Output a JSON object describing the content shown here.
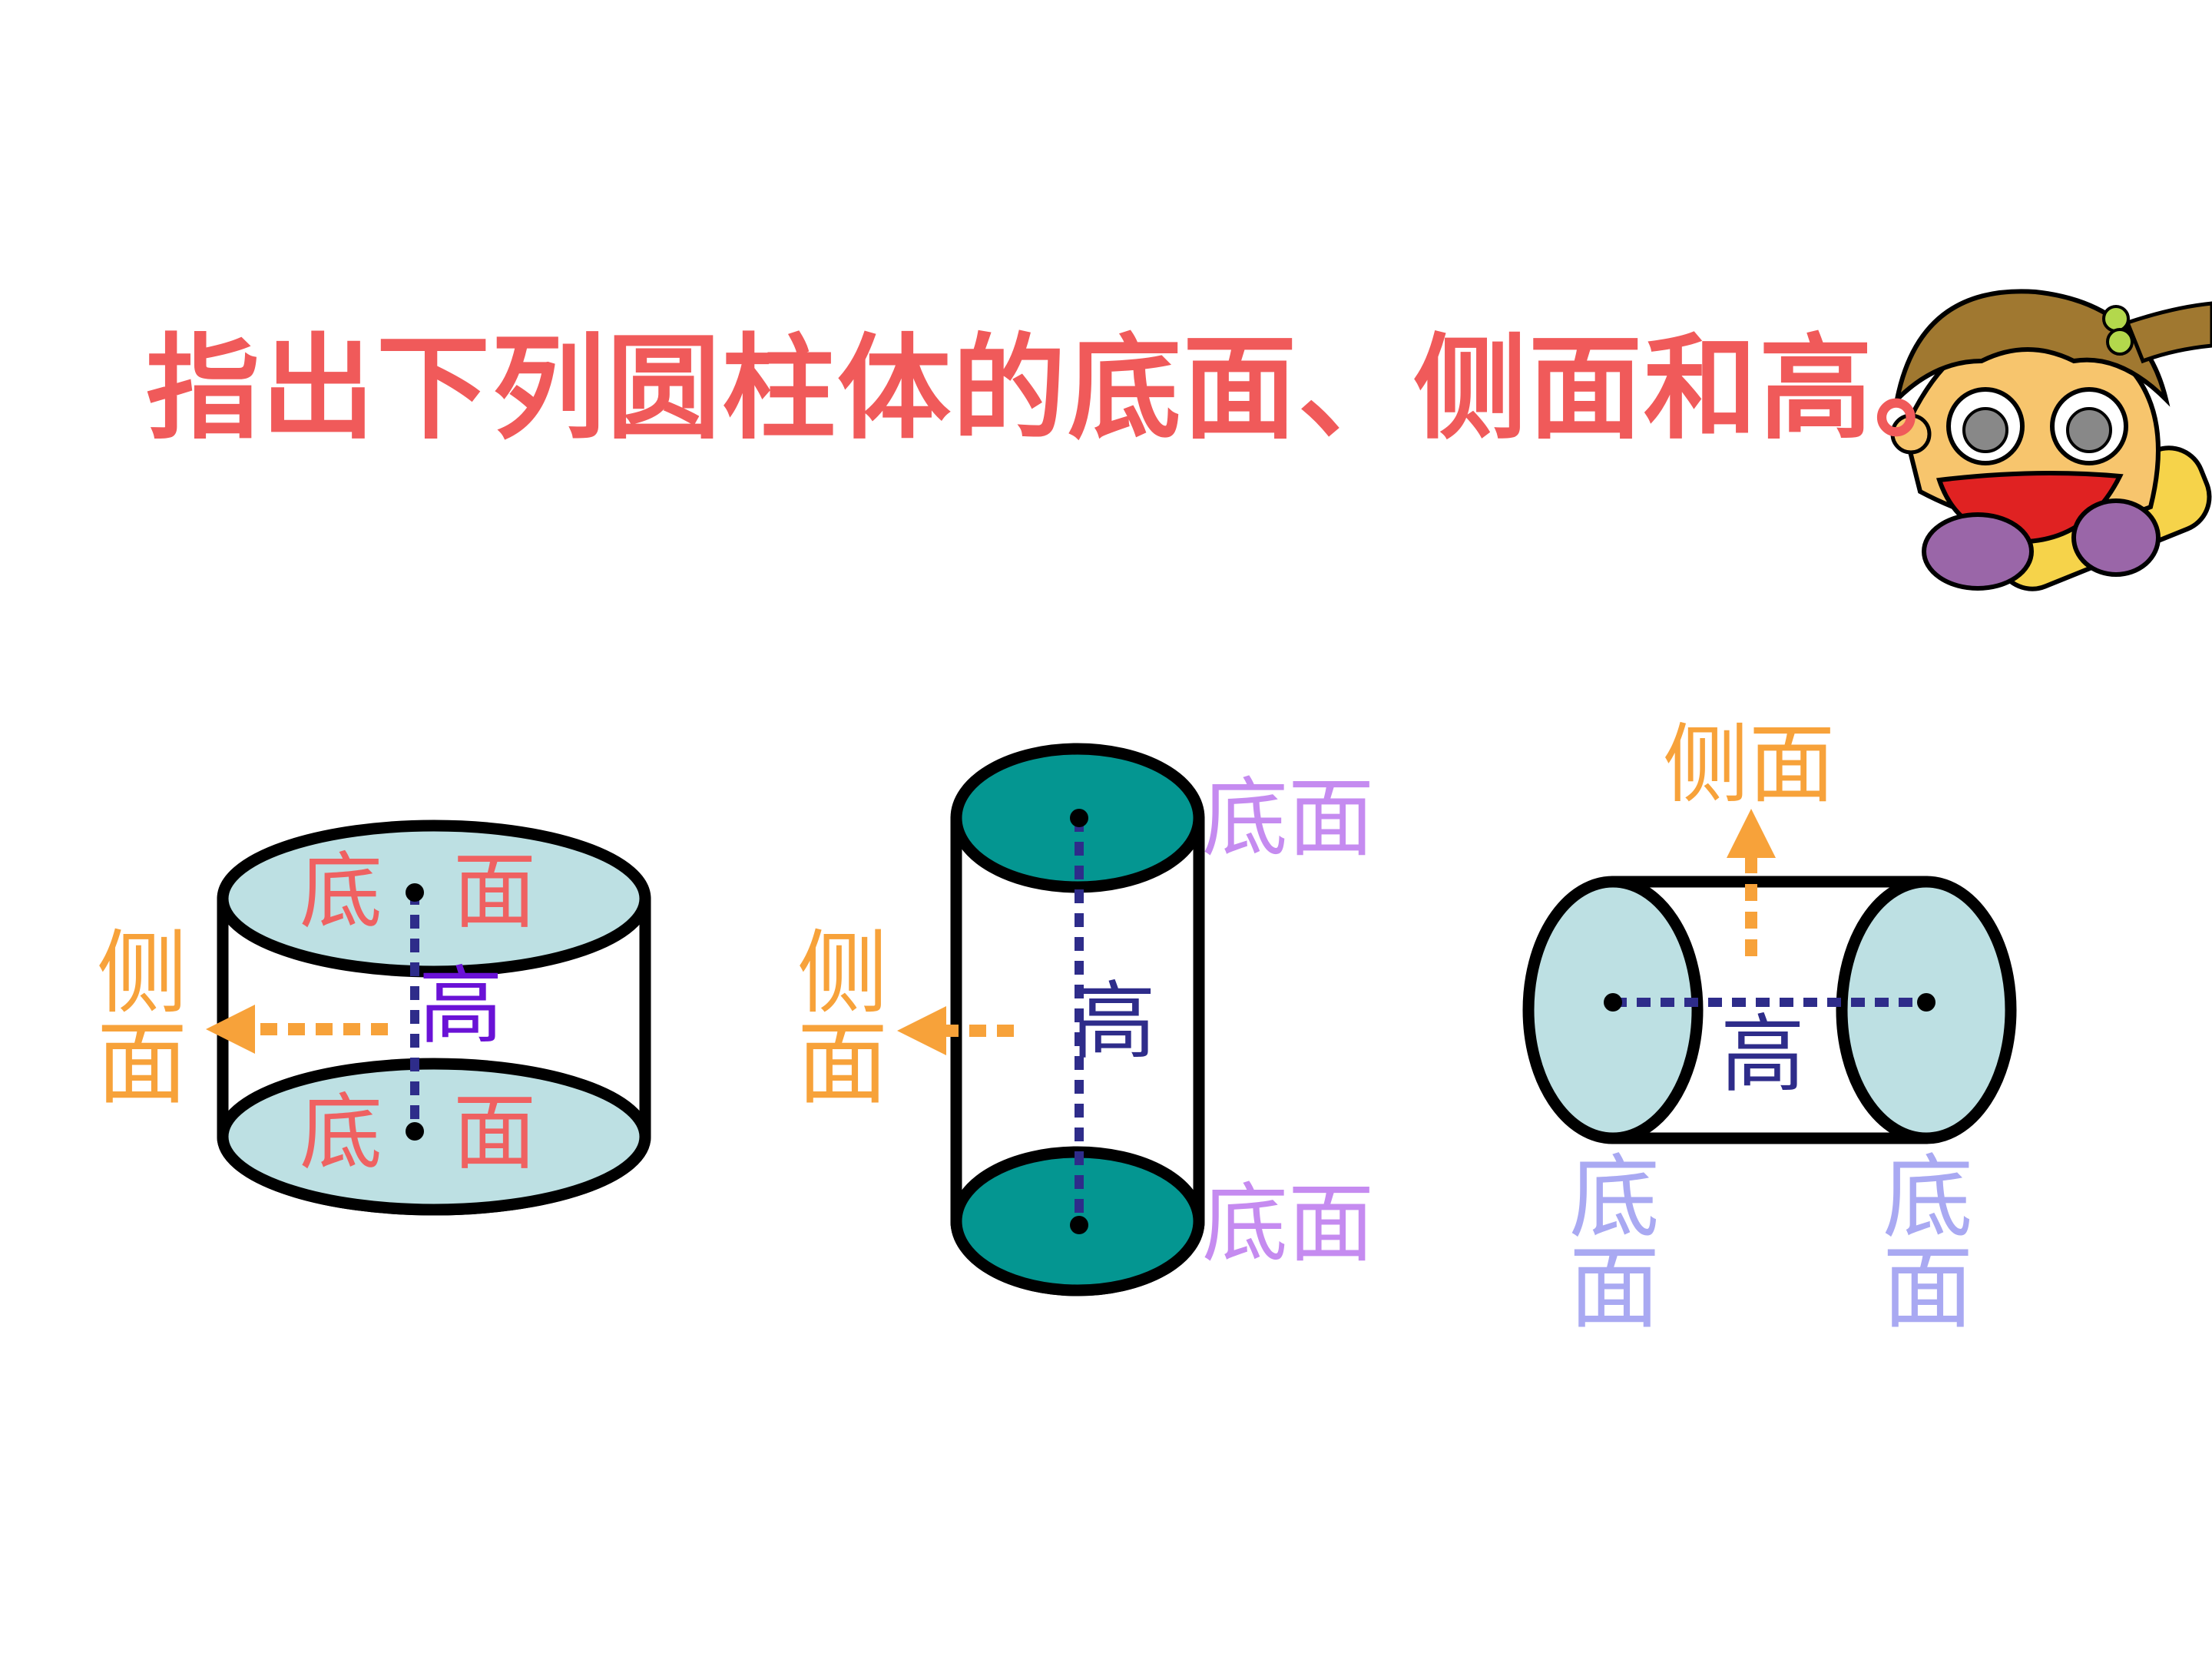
{
  "title": "指出下列圆柱体的底面、侧面和高。",
  "colors": {
    "title": "#f05a5a",
    "side_label": "#f7a23a",
    "base_label_red": "#ef6161",
    "base_label_purple": "#c58bf0",
    "base_label_lavender": "#a9a9f2",
    "height_purple": "#6a12d6",
    "height_navy": "#2e2c8a",
    "light_cap": "#bde0e3",
    "teal_cap": "#049691",
    "dash_navy": "#2e2c8a",
    "arrow_orange": "#f7a23a"
  },
  "figures": [
    {
      "name": "squat-cylinder",
      "orientation": "vertical",
      "cap_color": "light",
      "labels": {
        "top_base_a": "底",
        "top_base_b": "面",
        "bottom_base_a": "底",
        "bottom_base_b": "面",
        "height": "高",
        "side": "侧面"
      }
    },
    {
      "name": "tall-cylinder",
      "orientation": "vertical",
      "cap_color": "teal",
      "labels": {
        "top_base": "底面",
        "bottom_base": "底面",
        "height": "高",
        "side": "侧面"
      }
    },
    {
      "name": "lying-cylinder",
      "orientation": "horizontal",
      "cap_color": "light",
      "labels": {
        "left_base": "底面",
        "right_base": "底面",
        "height": "高",
        "side": "侧面"
      }
    }
  ],
  "mascot": {
    "icon": "cartoon-girl-icon"
  }
}
